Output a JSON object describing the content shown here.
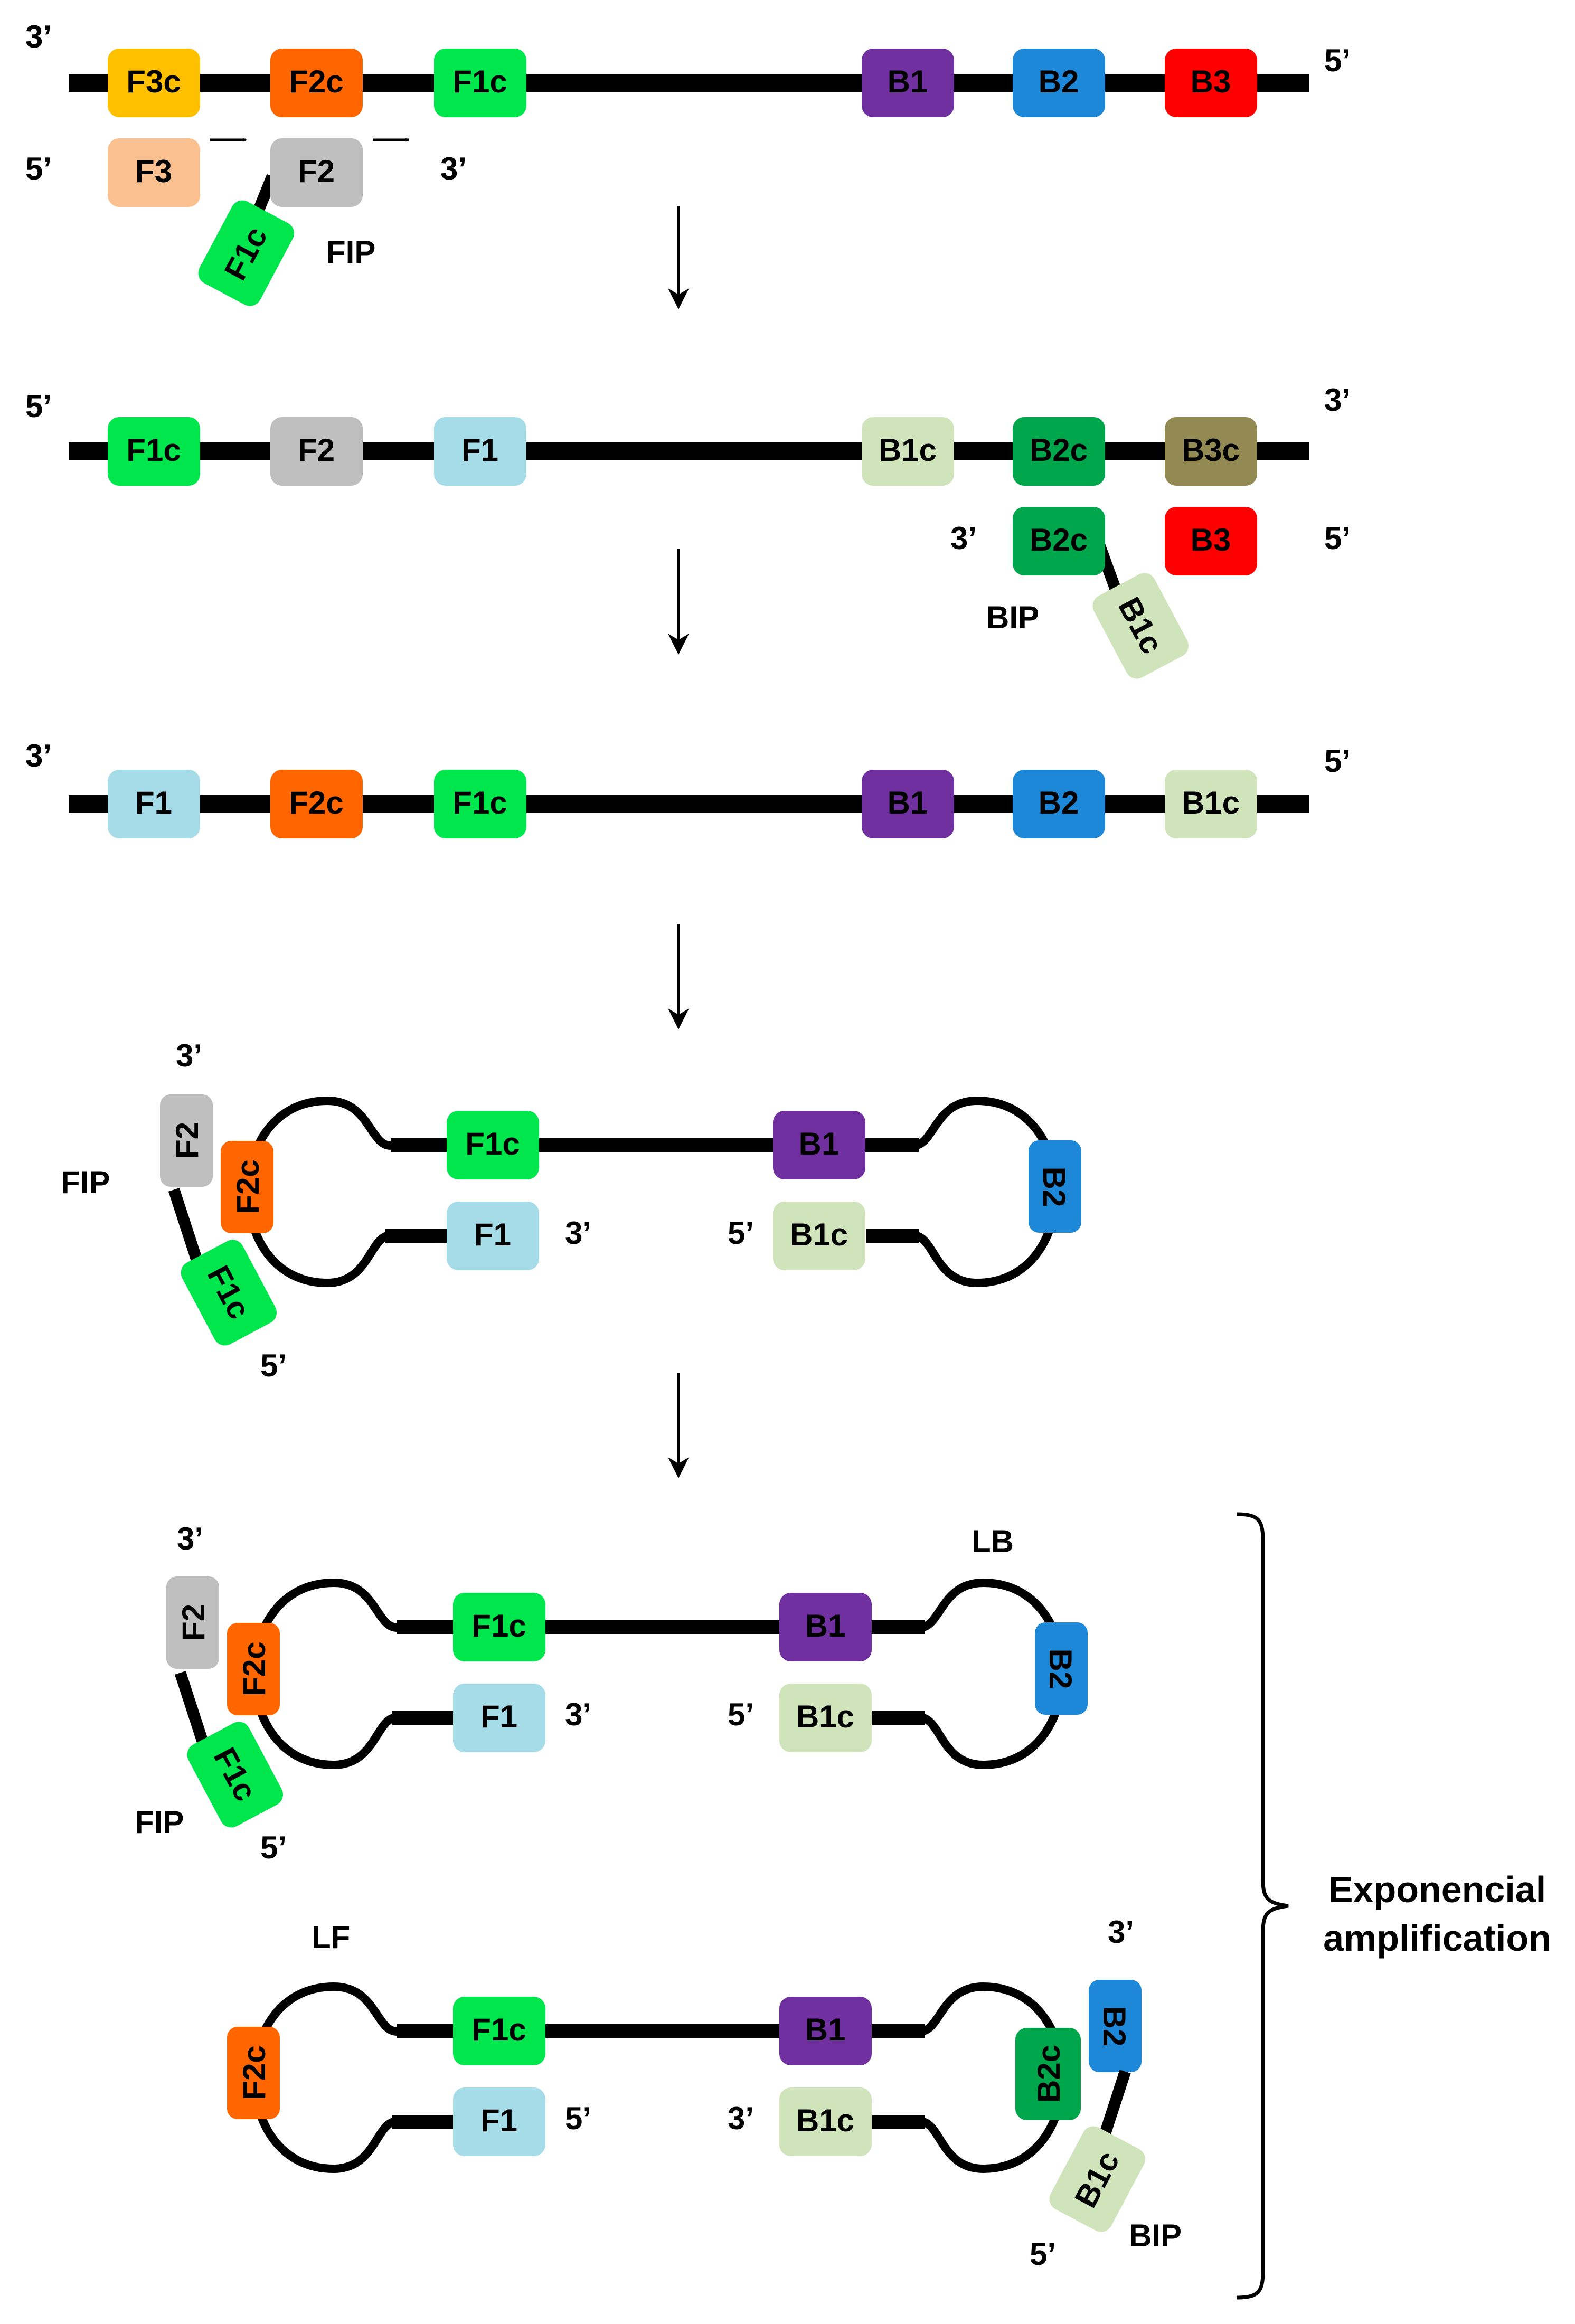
{
  "colors": {
    "F3c": "#FFC000",
    "F3": "#FAC090",
    "F2c": "#FF6600",
    "F2": "#BFBFBF",
    "F1c": "#00E64D",
    "F1": "#A5DCE8",
    "B1": "#7030A0",
    "B2": "#1E88D8",
    "B3": "#FF0000",
    "B1c": "#D0E4BC",
    "B2c": "#00A64B",
    "B3c": "#938953",
    "strand": "#000000"
  },
  "box_labels": {
    "F3c": "F3c",
    "F2c": "F2c",
    "F1c": "F1c",
    "B1": "B1",
    "B2": "B2",
    "B3": "B3",
    "F3": "F3",
    "F2": "F2",
    "F1": "F1",
    "B1c": "B1c",
    "B2c": "B2c",
    "B3c": "B3c"
  },
  "primer_labels": {
    "fip": "FIP",
    "bip": "BIP",
    "lb": "LB",
    "lf": "LF"
  },
  "ends": {
    "three": "3’",
    "five": "5’"
  },
  "arrows": {
    "direction": "→"
  },
  "bracket_label": {
    "line1": "Exponencial",
    "line2": "amplification"
  }
}
